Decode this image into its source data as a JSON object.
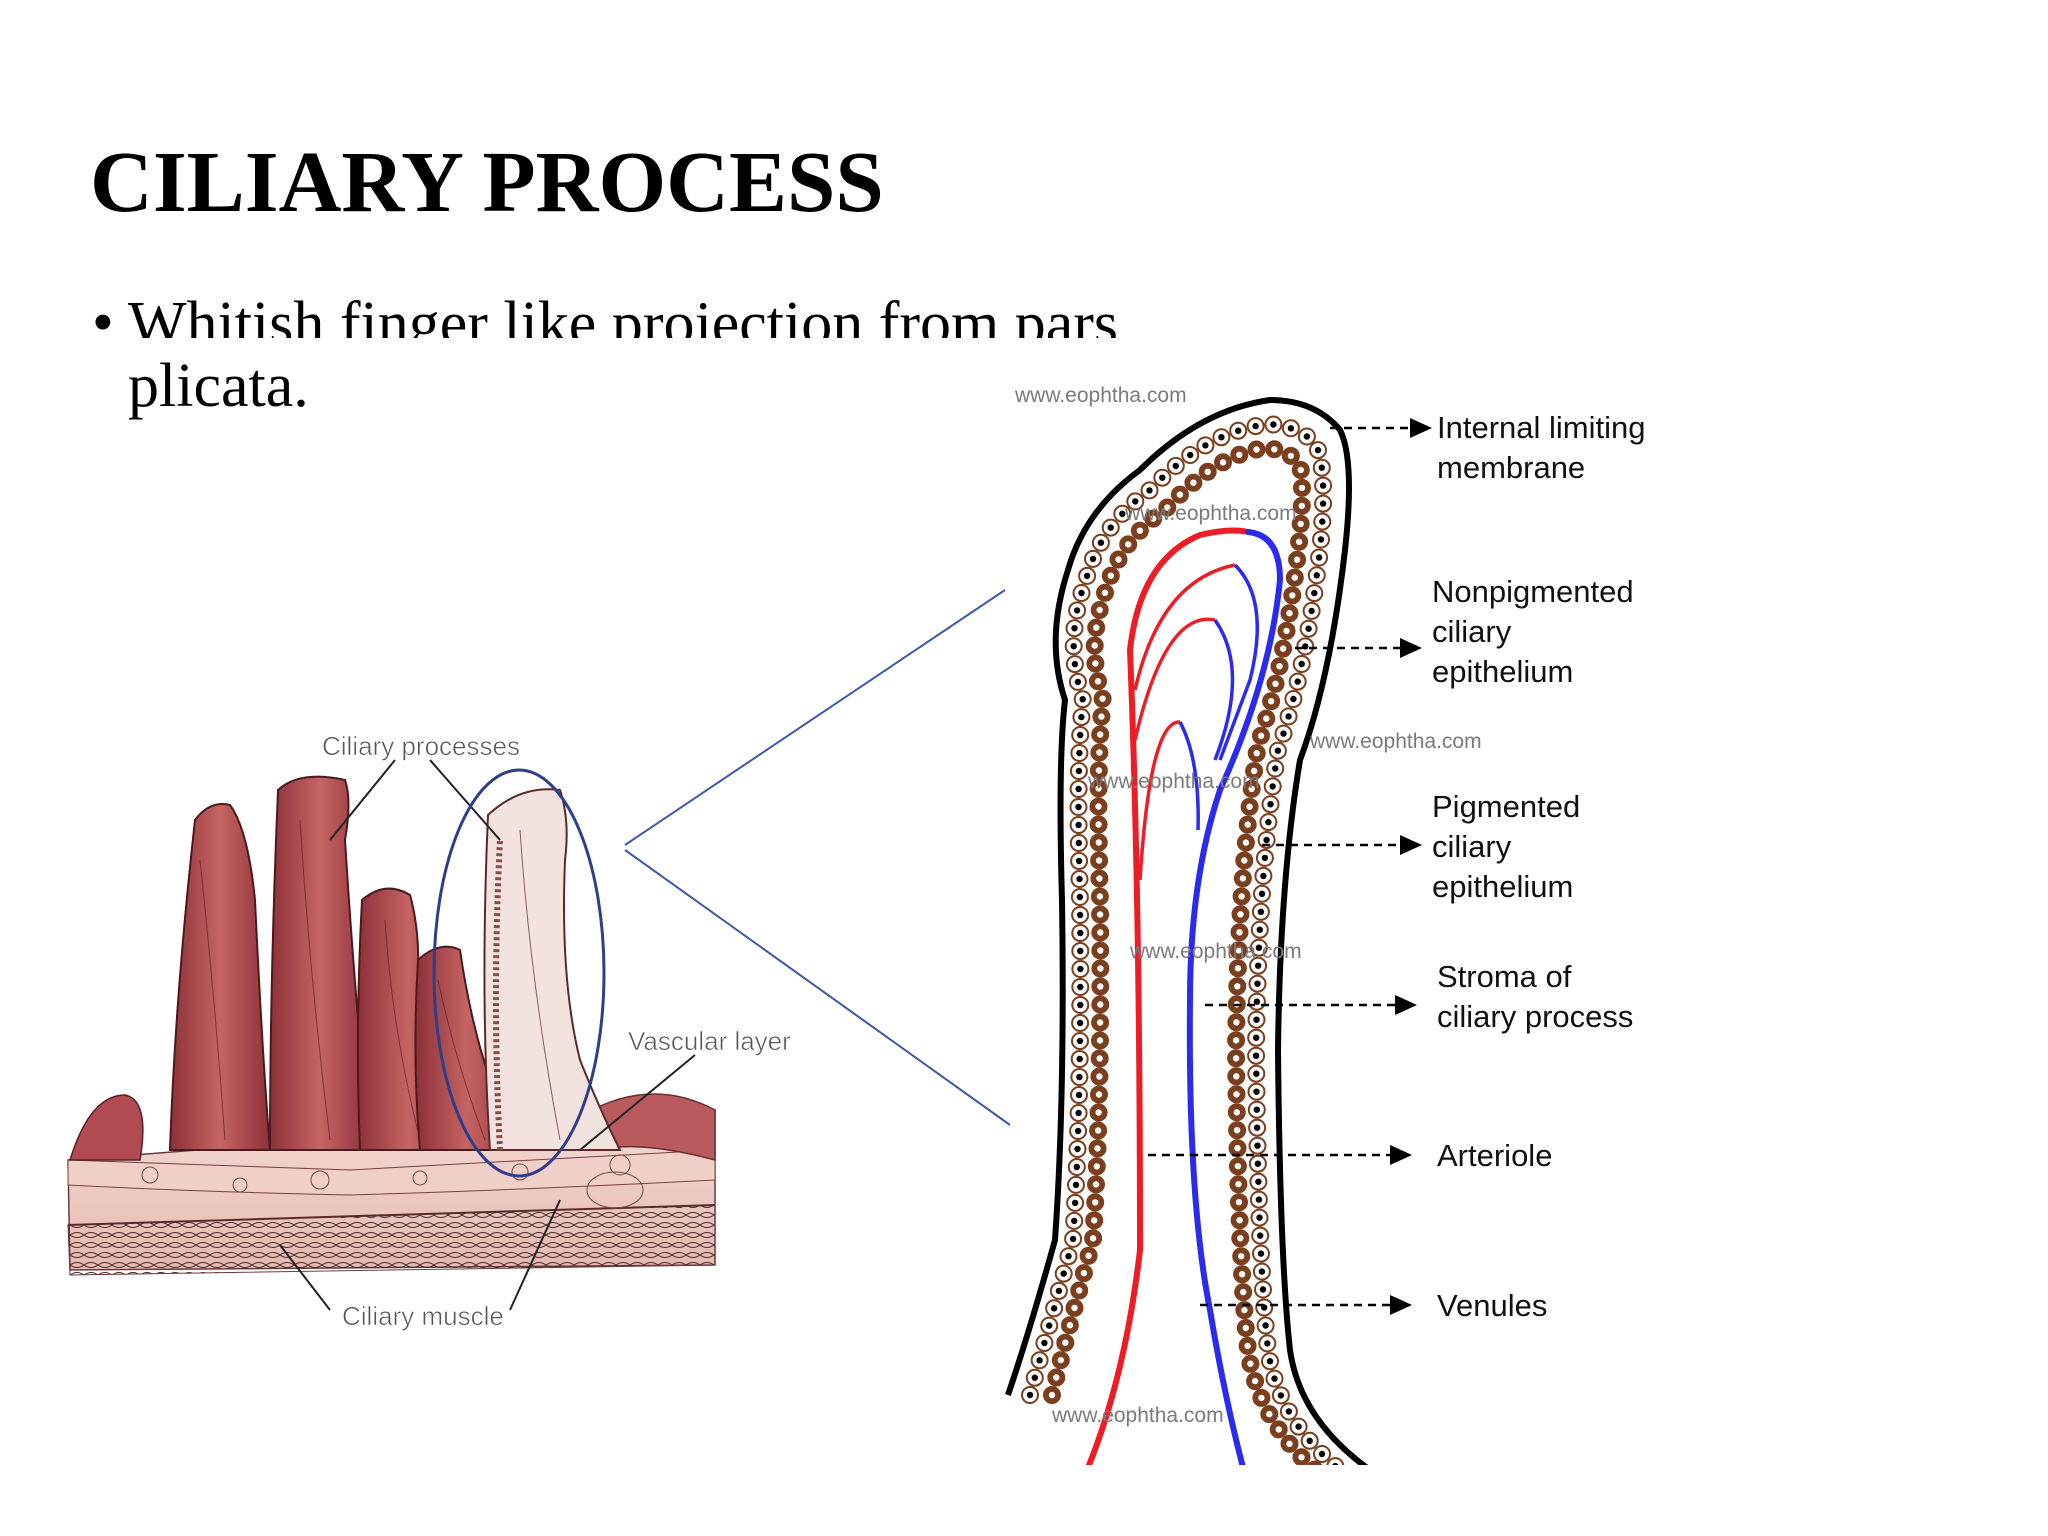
{
  "slide": {
    "title": "CILIARY PROCESS",
    "bullet_symbol": "•",
    "bullet_line1": "Whitish finger like projection from pars",
    "bullet_line2": "plicata."
  },
  "left_figure": {
    "label_processes": "Ciliary processes",
    "label_vascular": "Vascular layer",
    "label_muscle": "Ciliary muscle"
  },
  "right_figure": {
    "watermark": "www.eophtha.com",
    "labels": {
      "internal_1": "Internal limiting",
      "internal_2": "membrane",
      "nonpig_1": "Nonpigmented",
      "nonpig_2": "ciliary",
      "nonpig_3": "epithelium",
      "pig_1": "Pigmented",
      "pig_2": "ciliary",
      "pig_3": "epithelium",
      "stroma_1": "Stroma of",
      "stroma_2": "ciliary process",
      "arteriole": "Arteriole",
      "venules": "Venules"
    }
  },
  "colors": {
    "arteriole": "#ee1c25",
    "venule": "#2b2bee",
    "pigment": "#7b3f1d",
    "tissue_dark": "#a94a4f",
    "tissue_light": "#f1d7d1",
    "zoom_lines": "#3a5aa8"
  }
}
